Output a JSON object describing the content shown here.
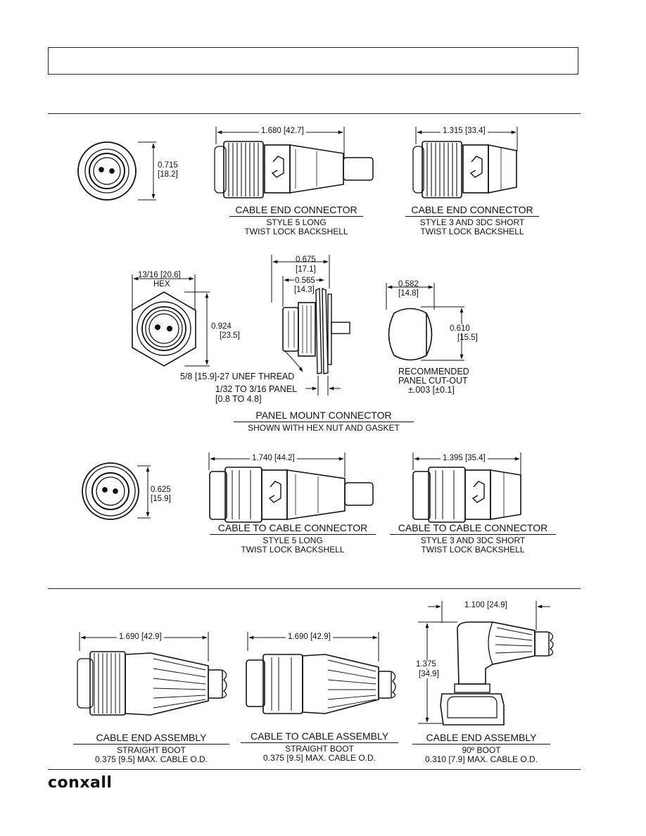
{
  "header": {
    "title": ""
  },
  "brand": {
    "logo_text": "conxall"
  },
  "section1": {
    "front_view": {
      "dim_in": "0.715",
      "dim_mm": "[18.2]"
    },
    "long_cable_end": {
      "dim": "1.680 [42.7]",
      "title": "CABLE END CONNECTOR",
      "sub1": "STYLE 5 LONG",
      "sub2": "TWIST LOCK BACKSHELL"
    },
    "short_cable_end": {
      "dim": "1.315 [33.4]",
      "title": "CABLE END CONNECTOR",
      "sub1": "STYLE 3 AND 3DC SHORT",
      "sub2": "TWIST LOCK BACKSHELL"
    }
  },
  "panel": {
    "hex_dim1": "13/16 [20.6]",
    "hex_dim2": "HEX",
    "height_in": "0.924",
    "height_mm": "[23.5]",
    "side_dim1_in": "0.675",
    "side_dim1_mm": "[17.1]",
    "side_dim2_in": "0.565",
    "side_dim2_mm": "[14.3]",
    "thread": "5/8  [15.9]-27 UNEF THREAD",
    "panel_range1": "1/32  TO 3/16  PANEL",
    "panel_range2": "[0.8 TO 4.8]",
    "cutout_w_in": "0.582",
    "cutout_w_mm": "[14.8]",
    "cutout_h_in": "0.610",
    "cutout_h_mm": "[15.5]",
    "cutout_note1": "RECOMMENDED",
    "cutout_note2": "PANEL CUT-OUT",
    "cutout_note3": "±.003 [±0.1]",
    "title": "PANEL MOUNT CONNECTOR",
    "sub": "SHOWN WITH HEX NUT AND GASKET"
  },
  "section3": {
    "front_view": {
      "dim_in": "0.625",
      "dim_mm": "[15.9]"
    },
    "long_c2c": {
      "dim": "1.740 [44.2]",
      "title": "CABLE TO CABLE CONNECTOR",
      "sub1": "STYLE 5 LONG",
      "sub2": "TWIST LOCK BACKSHELL"
    },
    "short_c2c": {
      "dim": "1.395 [35.4]",
      "title": "CABLE TO CABLE CONNECTOR",
      "sub1": "STYLE 3 AND 3DC SHORT",
      "sub2": "TWIST LOCK BACKSHELL"
    }
  },
  "assemblies": {
    "cable_end": {
      "dim": "1.690 [42.9]",
      "title": "CABLE END ASSEMBLY",
      "sub1": "STRAIGHT BOOT",
      "sub2": "0.375 [9.5] MAX. CABLE O.D."
    },
    "cable_to_cable": {
      "dim": "1.690 [42.9]",
      "title": "CABLE TO CABLE ASSEMBLY",
      "sub1": "STRAIGHT BOOT",
      "sub2": "0.375 [9.5] MAX. CABLE O.D."
    },
    "right_angle": {
      "dim_w": "1.100 [24.9]",
      "dim_h_in": "1.375",
      "dim_h_mm": "[34.9]",
      "title": "CABLE END ASSEMBLY",
      "sub1": "90º BOOT",
      "sub2": "0.310 [7.9] MAX. CABLE O.D."
    }
  }
}
